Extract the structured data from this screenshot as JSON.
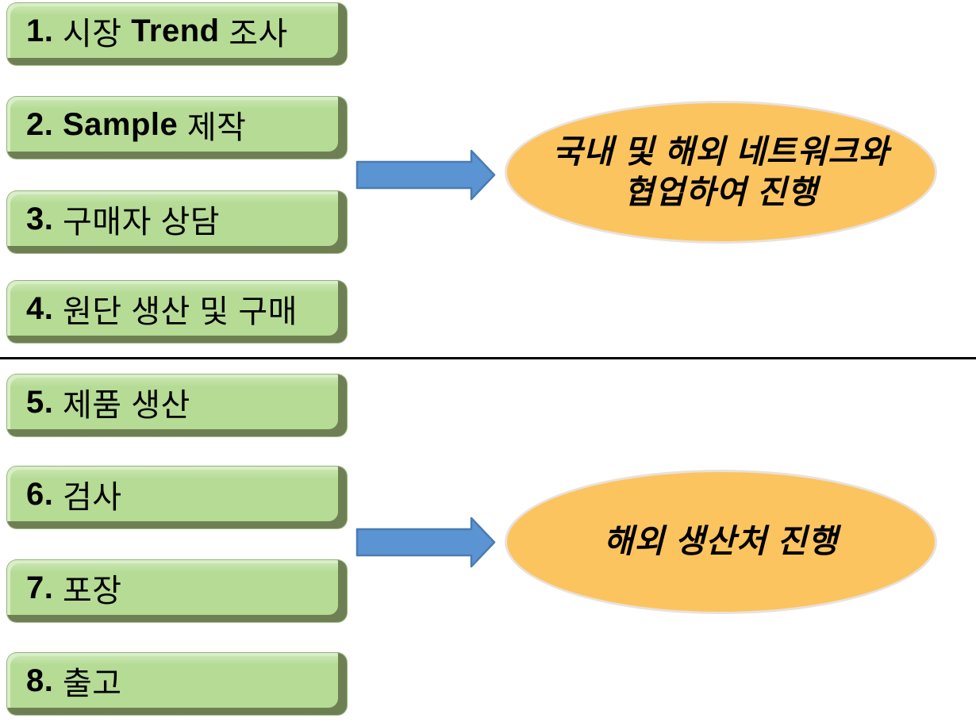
{
  "diagram": {
    "colors": {
      "background": "#ffffff",
      "text": "#000000",
      "box_fill": "#b5db95",
      "box_fill_top": "#cfe9b8",
      "box_bevel_dark": "#6e8053",
      "box_bevel_light": "#d8eec8",
      "ellipse_fill": "#fcc45f",
      "ellipse_border": "#e9e1db",
      "arrow_fill": "#5b94d2",
      "arrow_stroke": "#4a7cb0",
      "divider": "#000000"
    },
    "boxes": [
      {
        "rich": [
          {
            "text": "1. ",
            "bold": true
          },
          {
            "text": "시장 ",
            "bold": false
          },
          {
            "text": "Trend",
            "bold": true
          },
          {
            "text": " 조사",
            "bold": false
          }
        ]
      },
      {
        "rich": [
          {
            "text": "2. Sample",
            "bold": true
          },
          {
            "text": " 제작",
            "bold": false
          }
        ]
      },
      {
        "rich": [
          {
            "text": "3. ",
            "bold": true
          },
          {
            "text": "구매자 상담",
            "bold": false
          }
        ]
      },
      {
        "rich": [
          {
            "text": "4. ",
            "bold": true
          },
          {
            "text": "원단 생산 및 구매",
            "bold": false
          }
        ]
      },
      {
        "rich": [
          {
            "text": "5. ",
            "bold": true
          },
          {
            "text": "제품 생산",
            "bold": false
          }
        ]
      },
      {
        "rich": [
          {
            "text": "6. ",
            "bold": true
          },
          {
            "text": "검사",
            "bold": false
          }
        ]
      },
      {
        "rich": [
          {
            "text": "7. ",
            "bold": true
          },
          {
            "text": "포장",
            "bold": false
          }
        ]
      },
      {
        "rich": [
          {
            "text": "8. ",
            "bold": true
          },
          {
            "text": "출고",
            "bold": false
          }
        ]
      }
    ],
    "ellipses": [
      {
        "lines": [
          "국내 및 해외 네트워크와",
          "협업하여 진행"
        ]
      },
      {
        "lines": [
          "해외 생산처 진행"
        ]
      }
    ]
  }
}
